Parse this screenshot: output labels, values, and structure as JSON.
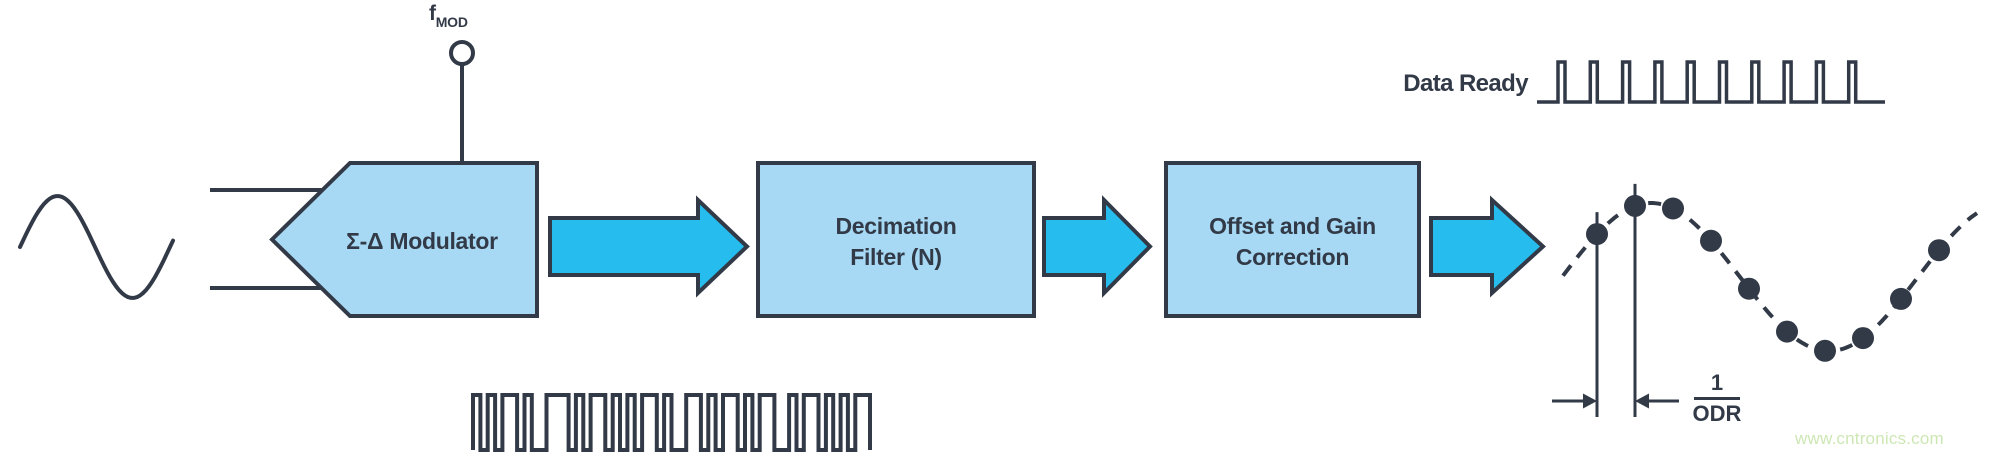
{
  "labels": {
    "fmod_main": "f",
    "fmod_sub": "MOD",
    "modulator": "Σ-Δ Modulator",
    "decimation_line1": "Decimation",
    "decimation_line2": "Filter (N)",
    "offset_line1": "Offset and Gain",
    "offset_line2": "Correction",
    "data_ready": "Data Ready",
    "odr_numerator": "1",
    "odr_denominator": "ODR",
    "watermark": "www.cntronics.com"
  },
  "colors": {
    "stroke_dark": "#323a48",
    "block_fill": "#a7d9f4",
    "arrow_fill": "#26bdee",
    "watermark": "#cde7b4",
    "background": "#ffffff"
  },
  "waveforms": {
    "input_sine": {
      "cycles": 1.02,
      "description": "analog input sine wave"
    },
    "bitstream": {
      "bits": "101011010011101011010101101001101011010110010110101011"
    },
    "data_ready": {
      "pulse_count": 10
    },
    "output_sine": {
      "sample_count": 10,
      "sampled_dots": true,
      "annotation": "1/ODR spacing between first two samples"
    }
  }
}
